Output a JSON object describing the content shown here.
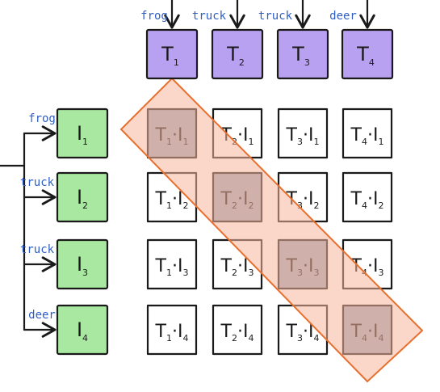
{
  "top_labels": [
    "frog",
    "truck",
    "truck",
    "deer"
  ],
  "left_labels": [
    "frog",
    "truck",
    "truck",
    "deer"
  ],
  "text_nodes": [
    {
      "letter": "T",
      "index": "1"
    },
    {
      "letter": "T",
      "index": "2"
    },
    {
      "letter": "T",
      "index": "3"
    },
    {
      "letter": "T",
      "index": "4"
    }
  ],
  "image_nodes": [
    {
      "letter": "I",
      "index": "1"
    },
    {
      "letter": "I",
      "index": "2"
    },
    {
      "letter": "I",
      "index": "3"
    },
    {
      "letter": "I",
      "index": "4"
    }
  ],
  "matrix_operator": "·",
  "colors": {
    "text_node_fill": "#b9a1f2",
    "image_node_fill": "#a8e8a0",
    "diagonal_cell_fill": "#a3a8bf",
    "highlight_fill": "#f6b69a",
    "highlight_stroke": "#e8702e",
    "label_color": "#2f5fc4"
  }
}
